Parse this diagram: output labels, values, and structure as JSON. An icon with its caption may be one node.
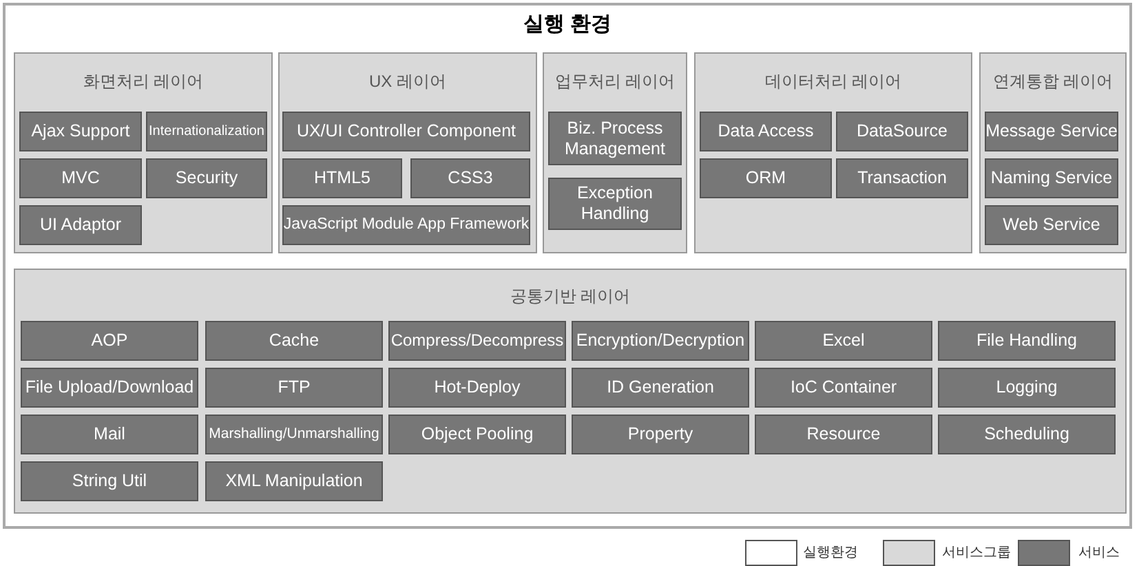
{
  "diagram": {
    "nodes": [
      {
        "text": [
          "실행 환경"
        ]
      },
      {
        "text": [
          "화면처리 레이어"
        ],
        "in": 0
      },
      {
        "text": [
          "Ajax Support"
        ],
        "in": 1
      },
      {
        "text": [
          "Internationalization"
        ],
        "in": 1
      },
      {
        "text": [
          "MVC"
        ],
        "in": 1
      },
      {
        "text": [
          "Security"
        ],
        "in": 1
      },
      {
        "text": [
          "UI Adaptor"
        ],
        "in": 1
      },
      {
        "text": [
          "UX 레이어"
        ],
        "in": 0
      },
      {
        "text": [
          "UX/UI Controller Component"
        ],
        "in": 7
      },
      {
        "text": [
          "HTML5"
        ],
        "in": 7
      },
      {
        "text": [
          "CSS3"
        ],
        "in": 7
      },
      {
        "text": [
          "JavaScript Module App Framework"
        ],
        "in": 7
      },
      {
        "text": [
          "업무처리 레이어"
        ],
        "in": 0
      },
      {
        "text": [
          "Biz. Process Management"
        ],
        "in": 12
      },
      {
        "text": [
          "Exception Handling"
        ],
        "in": 12
      },
      {
        "text": [
          "데이터처리 레이어"
        ],
        "in": 0
      },
      {
        "text": [
          "Data Access"
        ],
        "in": 15
      },
      {
        "text": [
          "DataSource"
        ],
        "in": 15
      },
      {
        "text": [
          "ORM"
        ],
        "in": 15
      },
      {
        "text": [
          "Transaction"
        ],
        "in": 15
      },
      {
        "text": [
          "연계통합 레이어"
        ],
        "in": 0
      },
      {
        "text": [
          "Message Service"
        ],
        "in": 20
      },
      {
        "text": [
          "Naming Service"
        ],
        "in": 20
      },
      {
        "text": [
          "Web Service"
        ],
        "in": 20
      },
      {
        "text": [
          "공통기반 레이어"
        ],
        "in": 0
      },
      {
        "text": [
          "AOP"
        ],
        "in": 24
      },
      {
        "text": [
          "Cache"
        ],
        "in": 24
      },
      {
        "text": [
          "Compress/Decompress"
        ],
        "in": 24
      },
      {
        "text": [
          "Encryption/Decryption"
        ],
        "in": 24
      },
      {
        "text": [
          "Excel"
        ],
        "in": 24
      },
      {
        "text": [
          "File Handling"
        ],
        "in": 24
      },
      {
        "text": [
          "File Upload/Download"
        ],
        "in": 24
      },
      {
        "text": [
          "FTP"
        ],
        "in": 24
      },
      {
        "text": [
          "Hot-Deploy"
        ],
        "in": 24
      },
      {
        "text": [
          "ID Generation"
        ],
        "in": 24
      },
      {
        "text": [
          "IoC Container"
        ],
        "in": 24
      },
      {
        "text": [
          "Logging"
        ],
        "in": 24
      },
      {
        "text": [
          "Mail"
        ],
        "in": 24
      },
      {
        "text": [
          "Marshalling/Unmarshalling"
        ],
        "in": 24
      },
      {
        "text": [
          "Object Pooling"
        ],
        "in": 24
      },
      {
        "text": [
          "Property"
        ],
        "in": 24
      },
      {
        "text": [
          "Resource"
        ],
        "in": 24
      },
      {
        "text": [
          "Scheduling"
        ],
        "in": 24
      },
      {
        "text": [
          "String Util"
        ],
        "in": 24
      },
      {
        "text": [
          "XML Manipulation"
        ],
        "in": 24
      }
    ],
    "legend": [
      {
        "text": "실행환경",
        "color": "#ffffff"
      },
      {
        "text": "서비스그룹",
        "color": "#d9d9d9"
      },
      {
        "text": "서비스",
        "color": "#777777"
      }
    ]
  }
}
